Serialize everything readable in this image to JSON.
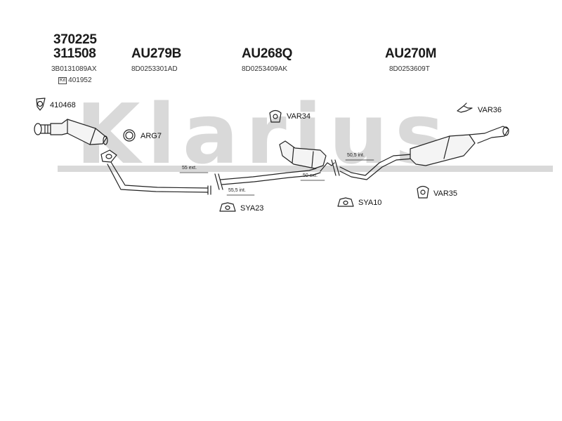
{
  "watermark": {
    "text": "Klarius",
    "color": "#d9d9d9"
  },
  "headers": [
    {
      "code1": "370225",
      "code2": "311508",
      "ref": "3B0131089AX",
      "kit_label": "Kit",
      "kit_number": "401952"
    },
    {
      "code1": "AU279B",
      "ref": "8D0253301AD"
    },
    {
      "code1": "AU268Q",
      "ref": "8D0253409AK"
    },
    {
      "code1": "AU270M",
      "ref": "8D0253609T"
    }
  ],
  "parts": {
    "gasket": "410468",
    "clamp": "ARG7",
    "mount_front": "VAR34",
    "mount_rear": "VAR36",
    "mount_tail": "VAR35",
    "bracket_mid": "SYA23",
    "bracket_rear": "SYA10"
  },
  "dimensions": {
    "d1": "55 ext.",
    "d2": "55,5 int.",
    "d3": "50 ext.",
    "d4": "50,5 int."
  }
}
